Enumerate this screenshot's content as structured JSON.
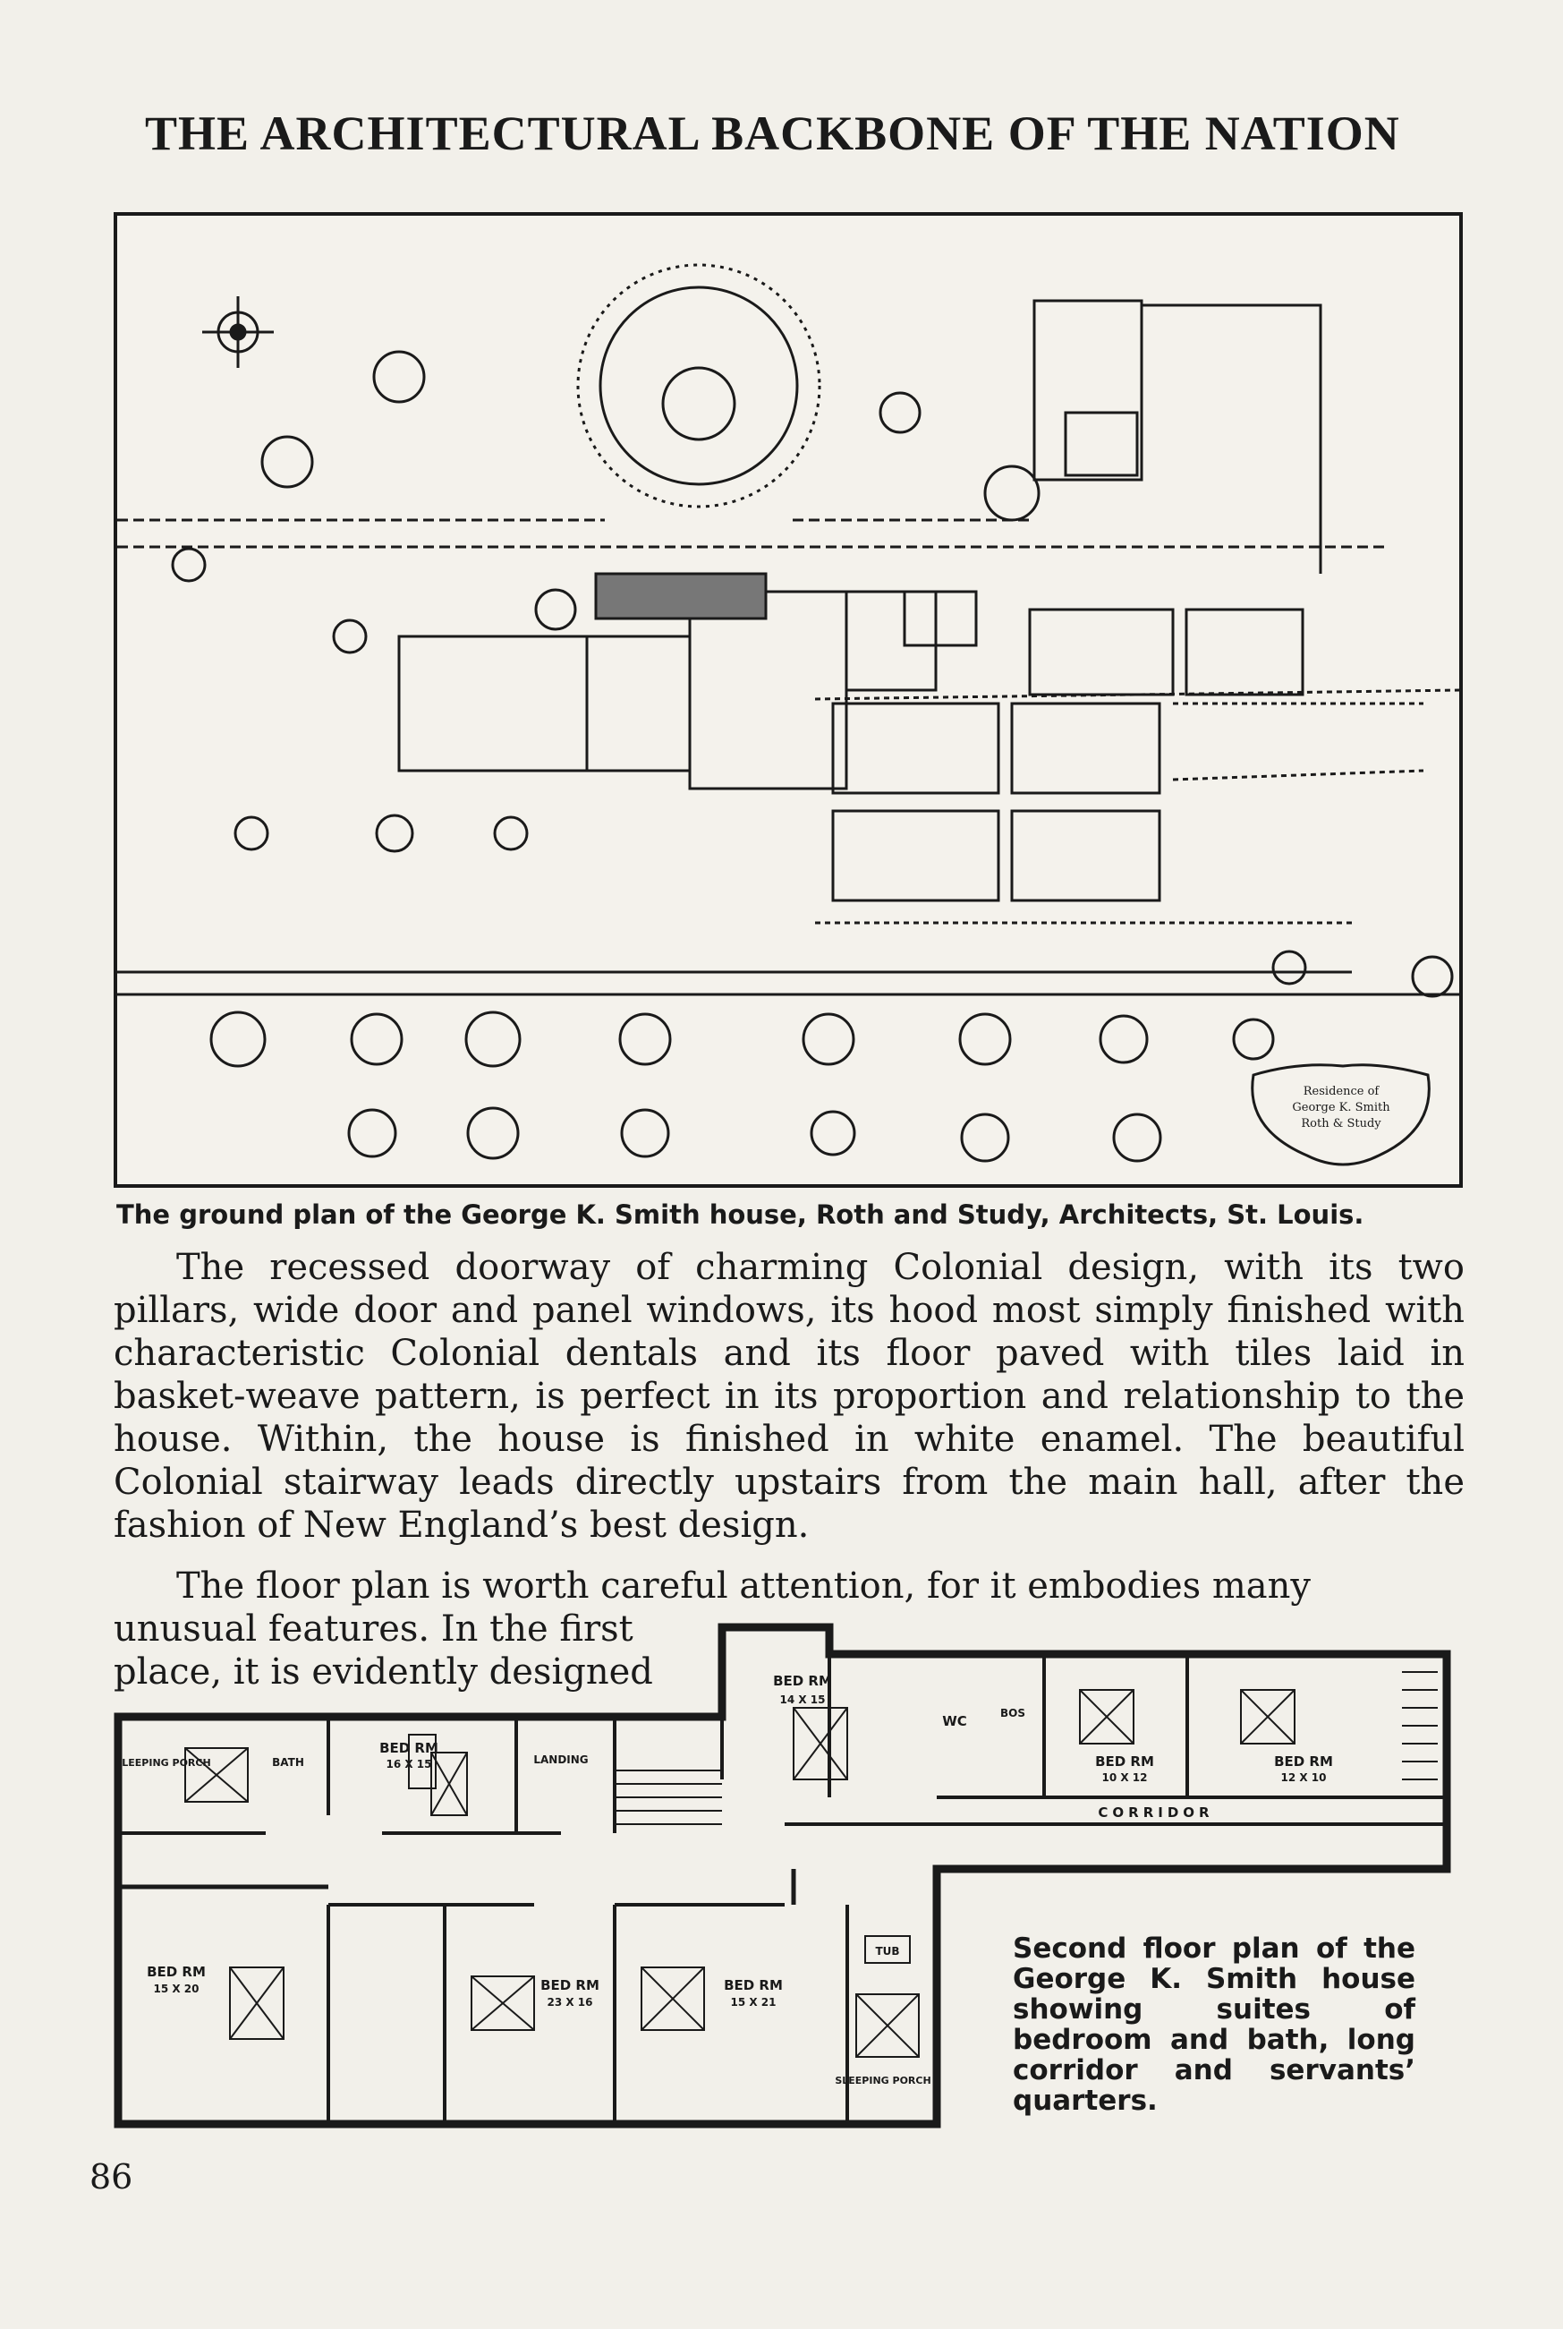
{
  "header": {
    "running_title": "THE ARCHITECTURAL BACKBONE OF THE NATION"
  },
  "ground_plan": {
    "caption": "The ground plan of the George K. Smith house, Roth and Study, Architects, St. Louis.",
    "cartouche_lines": [
      "Residence of",
      "George K. Smith",
      "Roth & Study"
    ]
  },
  "body": {
    "paragraph1": "The recessed doorway of charming Colonial design, with its two pillars, wide door and panel windows, its hood most simply finished with characteristic Colonial dentals and its floor paved with tiles laid in basket-weave pattern, is perfect in its proportion and relationship to the house. Within, the house is finished in white enamel. The beautiful Colonial stairway leads directly upstairs from the main hall, after the fashion of New England’s best design.",
    "paragraph2_line1": "The floor plan is worth careful attention, for it embodies many",
    "paragraph2_line2": "unusual features. In the first",
    "paragraph2_line3": "place, it is evidently designed"
  },
  "second_floor_plan": {
    "caption": "Second floor plan of the George K. Smith house showing suites of bedroom and bath, long corridor and servants’ quarters.",
    "labels": {
      "bedrm_top": "BED RM",
      "dim_top": "14 X 15",
      "wc": "WC",
      "bos": "BOS",
      "bedrm_right1": "BED RM",
      "dim_right1": "10 X 12",
      "bedrm_right2": "BED RM",
      "dim_right2": "12 X 10",
      "corridor": "CORRIDOR",
      "landing": "LANDING",
      "sleeping_porch_left": "SLEEPING PORCH",
      "bath_left": "BATH",
      "bedrm_upperleft": "BED RM",
      "dim_upperleft": "16 X 15",
      "bedrm_lowerleft": "BED RM",
      "dim_lowerleft": "15 X 20",
      "bedrm_center": "BED RM",
      "dim_center": "23 X 16",
      "bedrm_centerright": "BED RM",
      "dim_centerright": "15 X 21",
      "sleeping_porch_right": "SLEEPING PORCH",
      "tub": "TUB"
    }
  },
  "page_number": "86"
}
